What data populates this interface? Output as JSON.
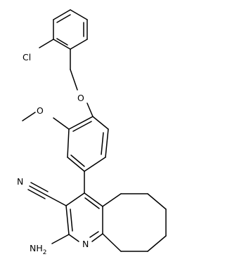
{
  "molecule": {
    "atoms": {
      "chlorine": "Cl",
      "ether_oxygen": "O",
      "methoxy_oxygen": "O",
      "nitrile_nitrogen": "N",
      "amine": "NH",
      "amine_subscript": "2",
      "pyridine_nitrogen": "N"
    }
  },
  "colors": {
    "bond": "#000000",
    "label": "#000000",
    "background": "#ffffff"
  }
}
